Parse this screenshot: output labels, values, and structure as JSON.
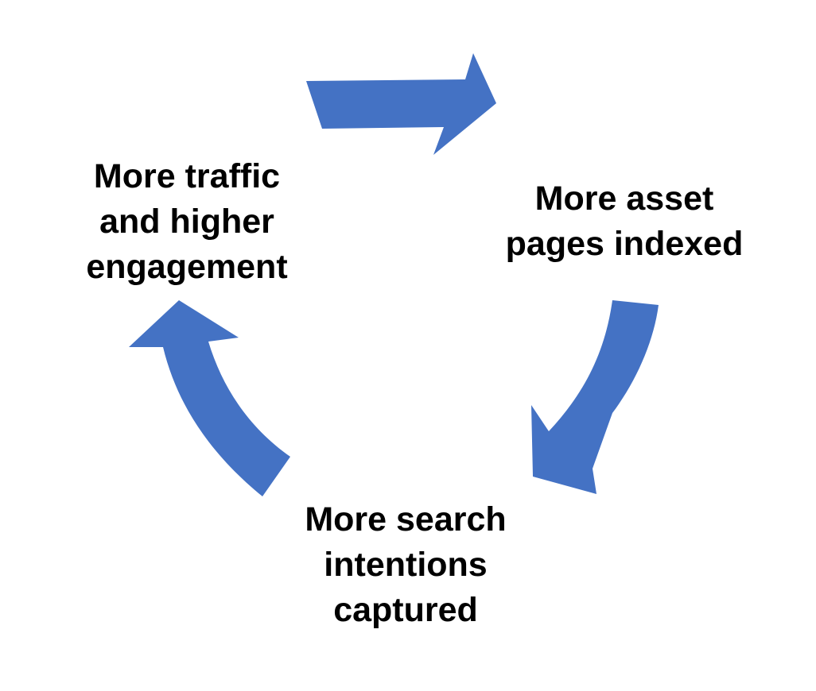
{
  "diagram": {
    "arrow_color": "#4472C4",
    "text_color": "#000000",
    "background_color": "#FFFFFF",
    "nodes": [
      {
        "id": "traffic",
        "lines": [
          "More traffic",
          "and higher",
          "engagement"
        ]
      },
      {
        "id": "indexed",
        "lines": [
          "More asset",
          "pages indexed"
        ]
      },
      {
        "id": "search",
        "lines": [
          "More search",
          "intentions",
          "captured"
        ]
      }
    ],
    "arrows": [
      {
        "from": "traffic",
        "to": "indexed",
        "icon": "right-arrow-icon"
      },
      {
        "from": "indexed",
        "to": "search",
        "icon": "curved-down-arrow-icon"
      },
      {
        "from": "search",
        "to": "traffic",
        "icon": "curved-up-arrow-icon"
      }
    ]
  }
}
